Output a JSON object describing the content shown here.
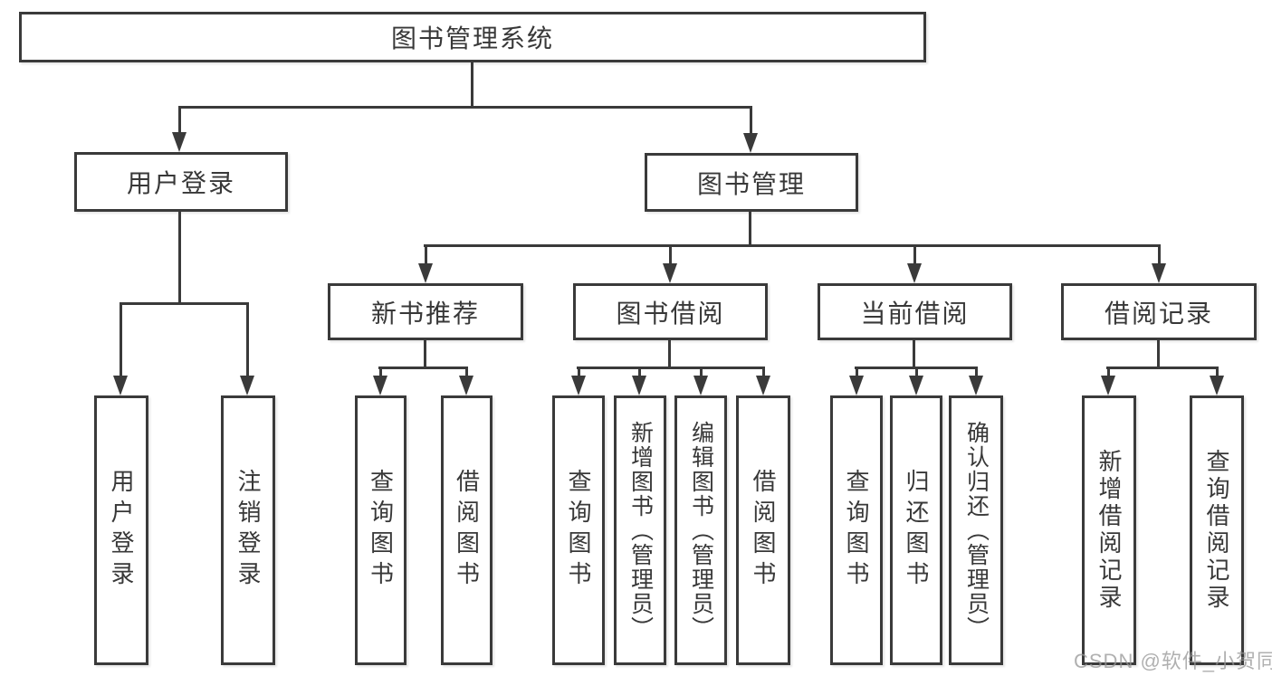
{
  "diagram_title": "图书管理系统",
  "tree": {
    "root": "图书管理系统",
    "branches": [
      {
        "label": "用户登录",
        "children": [
          "用户登录",
          "注销登录"
        ]
      },
      {
        "label": "图书管理",
        "children": [
          {
            "label": "新书推荐",
            "children": [
              "查询图书",
              "借阅图书"
            ]
          },
          {
            "label": "图书借阅",
            "children": [
              "查询图书",
              "新增图书（管理员）",
              "编辑图书（管理员）",
              "借阅图书"
            ]
          },
          {
            "label": "当前借阅",
            "children": [
              "查询图书",
              "归还图书",
              "确认归还（管理员）"
            ]
          },
          {
            "label": "借阅记录",
            "children": [
              "新增借阅记录",
              "查询借阅记录"
            ]
          }
        ]
      }
    ]
  },
  "watermark": "CSDN @软件_小贺同学",
  "colors": {
    "line": "#3a3a3a",
    "text": "#383838",
    "background": "#ffffff",
    "watermark": "#969696"
  }
}
